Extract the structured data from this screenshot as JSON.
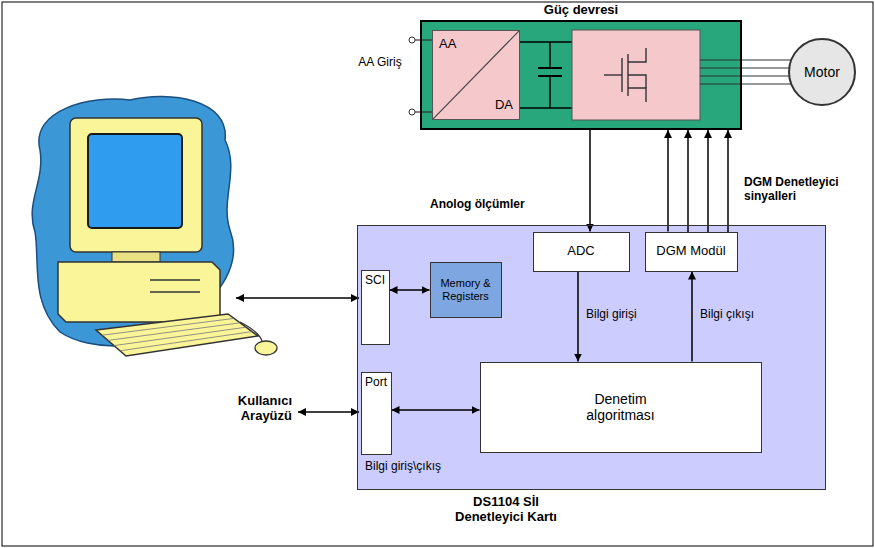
{
  "diagram": {
    "nodes": [
      {
        "text": [
          "Güç devresi"
        ]
      },
      {
        "text": [
          "AA",
          "DA"
        ],
        "in": 0
      },
      {
        "text": [
          "Motor"
        ]
      },
      {
        "text": [
          "DS1104 SİI Denetleyici Kartı"
        ]
      },
      {
        "text": [
          "SCI"
        ],
        "in": 3
      },
      {
        "text": [
          "Memory & Registers"
        ],
        "in": 3
      },
      {
        "text": [
          "Port"
        ],
        "in": 3
      },
      {
        "text": [
          "ADC"
        ],
        "in": 3
      },
      {
        "text": [
          "DGM Modül"
        ],
        "in": 3
      },
      {
        "text": [
          "Denetim algoritması"
        ],
        "in": 3
      }
    ],
    "edges": [
      {
        "from": 0,
        "to": 7,
        "arrow": "to",
        "label": "Anolog ölçümler"
      },
      {
        "from": 8,
        "to": 0,
        "arrow": "to",
        "label": "DGM Denetleyici sinyalleri"
      },
      {
        "from": 4,
        "to": 5,
        "arrow": "both"
      },
      {
        "from": 7,
        "to": 9,
        "arrow": "to",
        "label": "Bilgi girişi"
      },
      {
        "from": 9,
        "to": 8,
        "arrow": "to",
        "label": "Bilgi çıkışı"
      },
      {
        "from": 6,
        "to": 9,
        "arrow": "both",
        "label": "Bilgi giriş\\çıkış"
      }
    ],
    "labels": [
      "AA Giriş",
      "Kullanıcı Arayüzü"
    ]
  }
}
